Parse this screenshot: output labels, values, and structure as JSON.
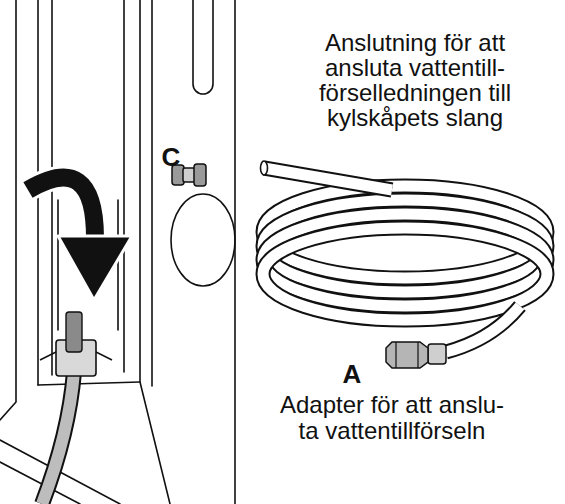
{
  "diagram": {
    "labels": [
      "Anslutning för att ansluta vattentill- förselledningen till kylskåpets slang",
      "C",
      "A",
      "Adapter för att anslu- ta vattentillförseln"
    ]
  }
}
